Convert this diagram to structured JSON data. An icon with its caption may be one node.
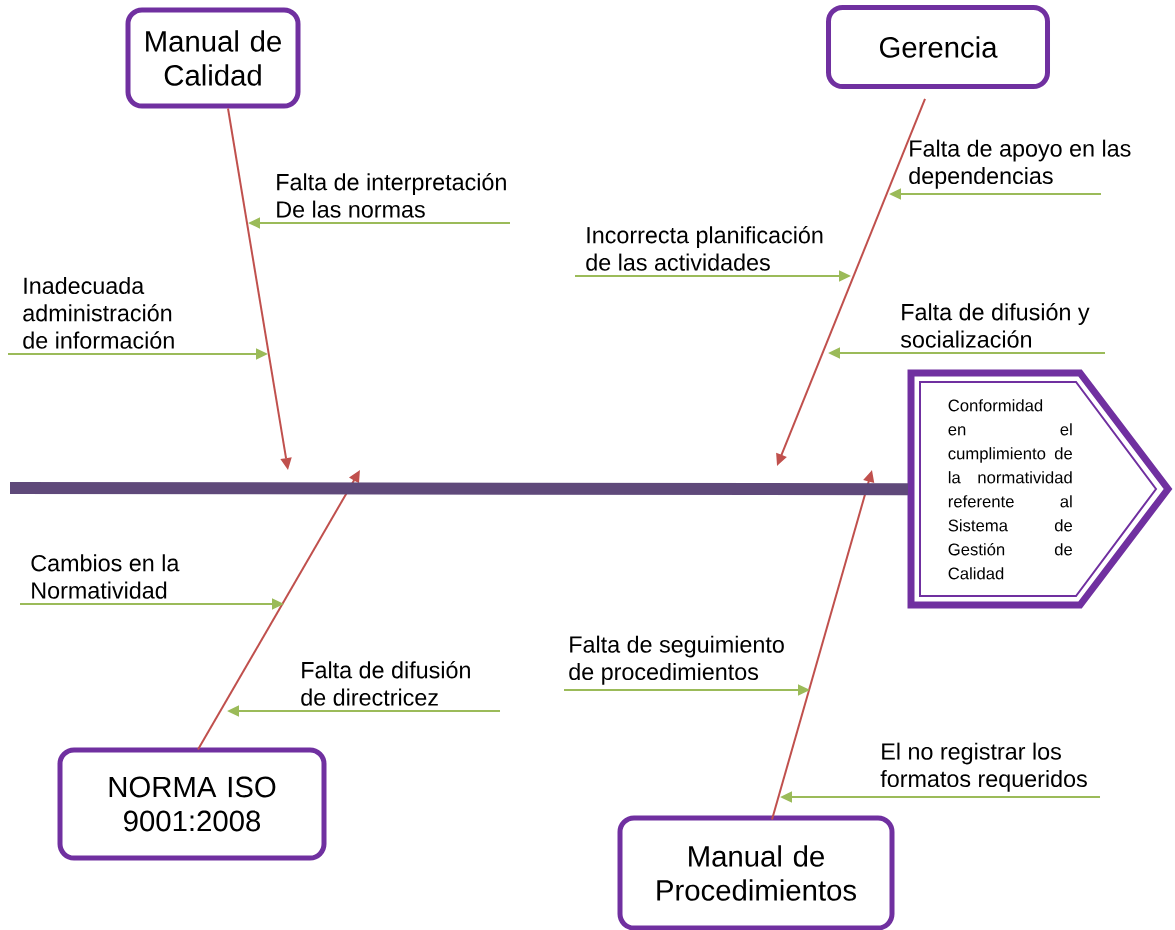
{
  "diagram": {
    "nodes": [
      {
        "text": [
          "Manual de Calidad"
        ]
      },
      {
        "text": [
          "Gerencia"
        ]
      },
      {
        "text": [
          "Falta de apoyo en las dependencias"
        ]
      },
      {
        "text": [
          "Falta de interpretación De las normas"
        ]
      },
      {
        "text": [
          "Incorrecta planificación de las actividades"
        ]
      },
      {
        "text": [
          "Inadecuada administración de información"
        ]
      },
      {
        "text": [
          "Falta de difusión y socialización"
        ]
      },
      {
        "text": [
          "Conformidad en el cumplimiento de la normatividad referente al Sistema de Gestión de Calidad"
        ]
      },
      {
        "text": [
          "Cambios en la Normatividad"
        ]
      },
      {
        "text": [
          "Falta de seguimiento de procedimientos"
        ]
      },
      {
        "text": [
          "Falta de difusión de directricez"
        ]
      },
      {
        "text": [
          "El no registrar los formatos requeridos"
        ]
      },
      {
        "text": [
          "NORMA ISO 9001:2008"
        ]
      },
      {
        "text": [
          "Manual de Procedimientos"
        ]
      }
    ],
    "edges": [
      {
        "from": 0,
        "to": null,
        "arrow": "to",
        "color": "#c0504d"
      },
      {
        "from": 3,
        "to": null,
        "arrow": "to"
      },
      {
        "from": 5,
        "to": null,
        "arrow": "to"
      },
      {
        "from": 1,
        "to": null,
        "arrow": "to",
        "color": "#c0504d"
      },
      {
        "from": 2,
        "to": null,
        "arrow": "to"
      },
      {
        "from": 4,
        "to": null,
        "arrow": "to"
      },
      {
        "from": 6,
        "to": null,
        "arrow": "to"
      },
      {
        "from": 12,
        "to": null,
        "arrow": "to",
        "color": "#c0504d"
      },
      {
        "from": 8,
        "to": null,
        "arrow": "to"
      },
      {
        "from": 10,
        "to": null,
        "arrow": "to"
      },
      {
        "from": 13,
        "to": null,
        "arrow": "to",
        "color": "#c0504d"
      },
      {
        "from": 9,
        "to": null,
        "arrow": "to"
      },
      {
        "from": 11,
        "to": null,
        "arrow": "to"
      },
      {
        "from": null,
        "to": 7,
        "arrow": "none",
        "style": "thick",
        "color": "#5f497a"
      }
    ]
  }
}
